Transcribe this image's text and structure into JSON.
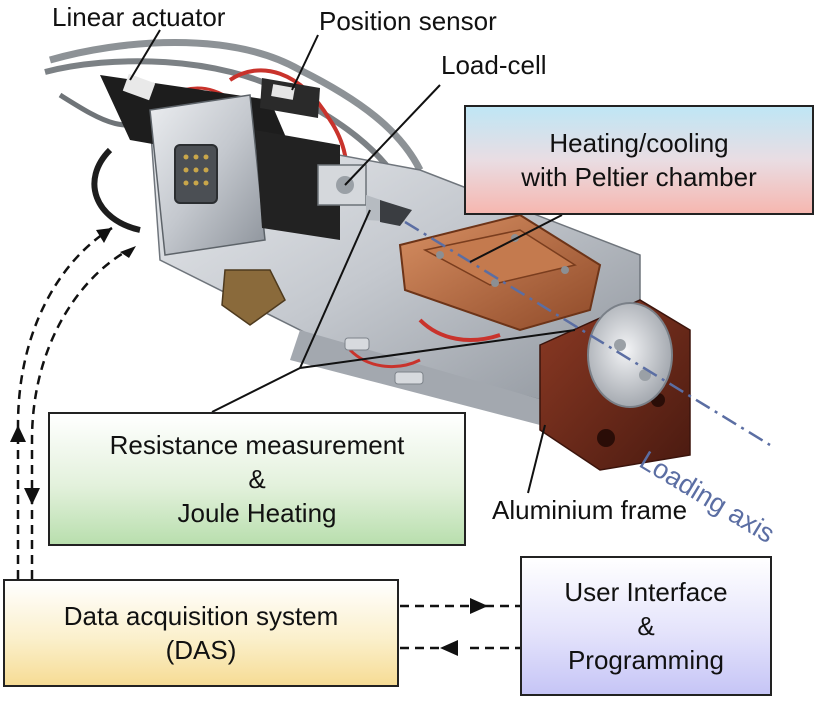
{
  "labels": {
    "linear_actuator": "Linear actuator",
    "position_sensor": "Position sensor",
    "load_cell": "Load-cell",
    "aluminium_frame": "Aluminium frame",
    "loading_axis": "Loading axis"
  },
  "boxes": {
    "peltier": {
      "lines": [
        "Heating/cooling",
        "with Peltier chamber"
      ]
    },
    "resistance": {
      "lines": [
        "Resistance measurement",
        "&",
        "Joule Heating"
      ]
    },
    "das": {
      "lines": [
        "Data acquisition system",
        "(DAS)"
      ]
    },
    "user_interface": {
      "lines": [
        "User Interface",
        "&",
        "Programming"
      ]
    }
  },
  "colors": {
    "axis_line": "#5b6ea3",
    "leader_line": "#111111",
    "frame_brown": "#6b2a1c",
    "copper": "#b4693f",
    "aluminium": "#c9ccd1",
    "electronics_black": "#1d1d1d",
    "cable_grey": "#8d9296",
    "cable_red": "#c9332c"
  },
  "icons": [
    "arrowhead-icon"
  ]
}
